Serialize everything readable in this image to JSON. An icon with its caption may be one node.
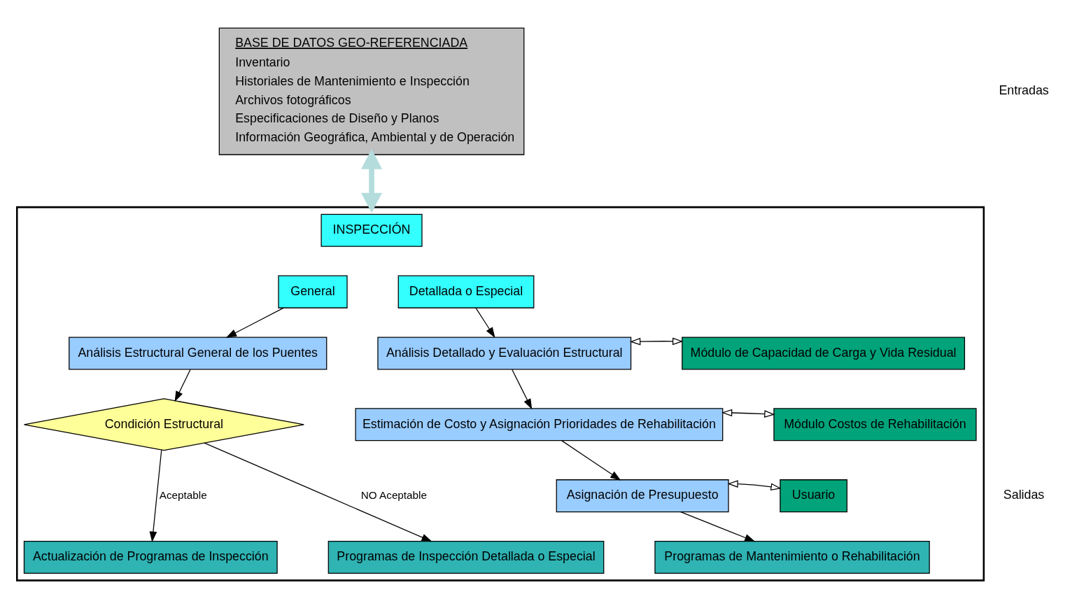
{
  "diagram": {
    "nodes": [
      {
        "text": [
          "BASE DE DATOS GEO-REFERENCIADA",
          "Inventario",
          "Historiales de Mantenimiento e Inspección",
          "Archivos fotográficos",
          "Especificaciones de Diseño y Planos",
          "Información Geográfica, Ambiental y de Operación"
        ]
      },
      {
        "text": [],
        "shape": "box"
      },
      {
        "text": [
          "INSPECCIÓN"
        ],
        "in": 1
      },
      {
        "text": [
          "General"
        ],
        "in": 1
      },
      {
        "text": [
          "Detallada o Especial"
        ],
        "in": 1
      },
      {
        "text": [
          "Análisis Estructural General de los Puentes"
        ],
        "in": 1
      },
      {
        "text": [
          "Condición Estructural"
        ],
        "in": 1
      },
      {
        "text": [
          "Análisis Detallado y Evaluación Estructural"
        ],
        "in": 1
      },
      {
        "text": [
          "Módulo de Capacidad de Carga y Vida Residual"
        ],
        "in": 1
      },
      {
        "text": [
          "Estimación de Costo y Asignación Prioridades de Rehabilitación"
        ],
        "in": 1
      },
      {
        "text": [
          "Módulo Costos de Rehabilitación"
        ],
        "in": 1
      },
      {
        "text": [
          "Asignación de Presupuesto"
        ],
        "in": 1
      },
      {
        "text": [
          "Usuario"
        ],
        "in": 1
      },
      {
        "text": [
          "Actualización de Programas de Inspección"
        ],
        "in": 1
      },
      {
        "text": [
          "Programas de Inspección Detallada o Especial"
        ],
        "in": 1
      },
      {
        "text": [
          "Programas de Mantenimiento o Rehabilitación"
        ],
        "in": 1
      }
    ],
    "edges": [
      {
        "from": 0,
        "to": 1,
        "arrow": "both",
        "style": "thick",
        "color": "#b4dcdc"
      },
      {
        "from": 3,
        "to": 5,
        "arrow": "to"
      },
      {
        "from": 5,
        "to": 6,
        "arrow": "to"
      },
      {
        "from": 6,
        "to": 13,
        "arrow": "to",
        "label": "Aceptable"
      },
      {
        "from": 6,
        "to": 14,
        "arrow": "to",
        "label": "NO Aceptable"
      },
      {
        "from": 4,
        "to": 7,
        "arrow": "to"
      },
      {
        "from": 7,
        "to": 8,
        "arrow": "both"
      },
      {
        "from": 7,
        "to": 9,
        "arrow": "to"
      },
      {
        "from": 9,
        "to": 10,
        "arrow": "both"
      },
      {
        "from": 9,
        "to": 11,
        "arrow": "to"
      },
      {
        "from": 11,
        "to": 12,
        "arrow": "both"
      },
      {
        "from": 11,
        "to": 15,
        "arrow": "to"
      }
    ],
    "labels": [
      "Entradas",
      "Salidas"
    ]
  }
}
